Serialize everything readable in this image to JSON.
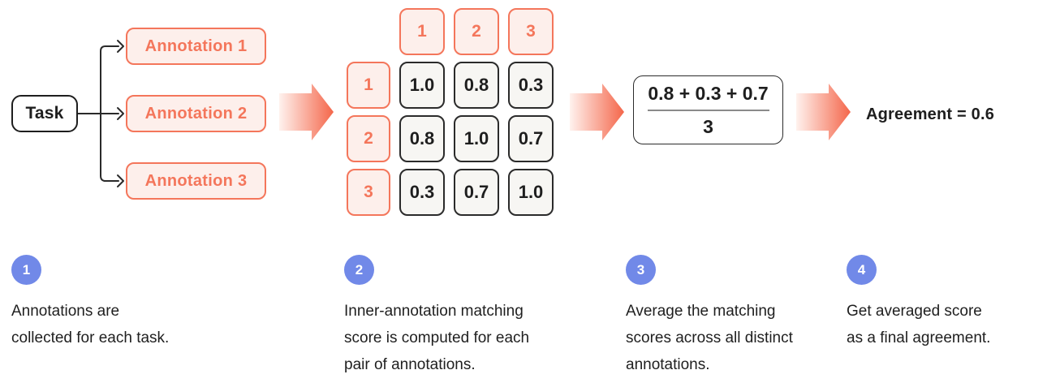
{
  "flow": {
    "task_label": "Task",
    "annotations": [
      "Annotation 1",
      "Annotation 2",
      "Annotation 3"
    ],
    "matrix": {
      "col_headers": [
        "1",
        "2",
        "3"
      ],
      "row_headers": [
        "1",
        "2",
        "3"
      ],
      "rows": [
        [
          "1.0",
          "0.8",
          "0.3"
        ],
        [
          "0.8",
          "1.0",
          "0.7"
        ],
        [
          "0.3",
          "0.7",
          "1.0"
        ]
      ]
    },
    "fraction": {
      "numerator": "0.8 + 0.3 + 0.7",
      "denominator": "3"
    },
    "result_label": "Agreement = 0.6"
  },
  "steps": [
    {
      "number": "1",
      "lines": [
        "Annotations are",
        "collected for each task."
      ]
    },
    {
      "number": "2",
      "lines": [
        "Inner-annotation matching",
        "score is computed for each",
        "pair of annotations."
      ]
    },
    {
      "number": "3",
      "lines": [
        "Average the matching",
        "scores across all distinct",
        "annotations."
      ]
    },
    {
      "number": "4",
      "lines": [
        "Get averaged score",
        "as a final agreement."
      ]
    }
  ],
  "colors": {
    "coral": "#f4765b",
    "coral_fill": "#fdefeb",
    "arrow_tip": "#f4664a",
    "arrow_start": "#fff2ee",
    "cell_fill": "#f7f6f3",
    "ink": "#1e1e1e",
    "step_blue": "#7189e8"
  }
}
